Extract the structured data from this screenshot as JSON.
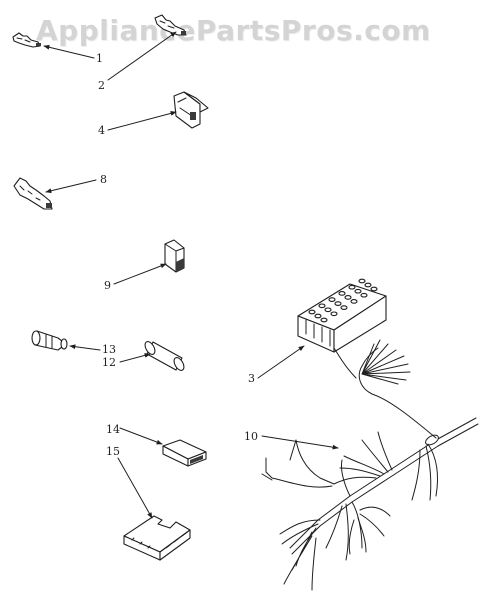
{
  "watermark": "AppliancePartsPros.com",
  "callouts": {
    "c1": "1",
    "c2": "2",
    "c4": "4",
    "c8": "8",
    "c9": "9",
    "c13": "13",
    "c12": "12",
    "c3": "3",
    "c10": "10",
    "c14": "14",
    "c15": "15"
  },
  "ink_color": "#1f1f1f",
  "watermark_color": "#d4d4d4"
}
